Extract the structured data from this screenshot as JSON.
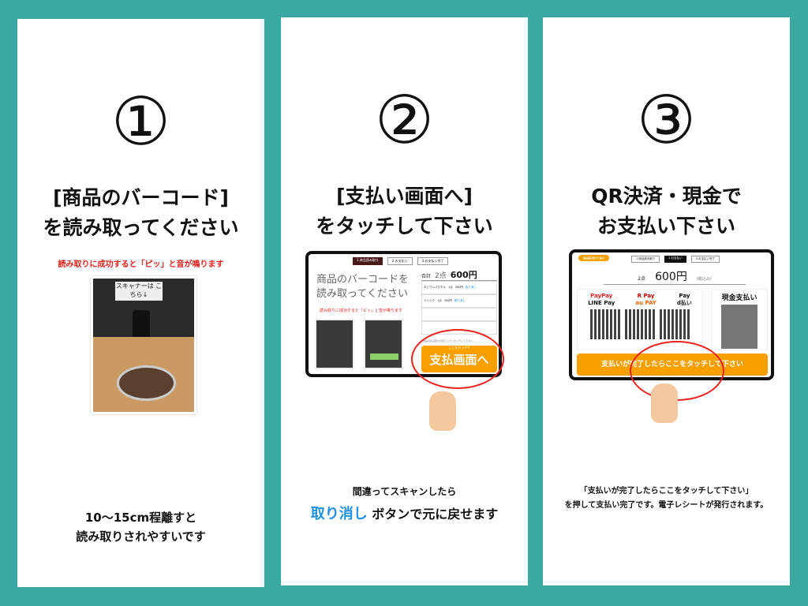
{
  "colors": {
    "background": "#3aa9a1",
    "accent_orange": "#f7a000",
    "alert_red": "#e8231d",
    "link_blue": "#1e90e0"
  },
  "step1": {
    "number": "①",
    "title_line1": "[商品のバーコード]",
    "title_line2": "を読み取ってください",
    "note": "読み取りに成功すると「ピッ」と音が鳴ります",
    "photo_sign": "スキャナーは こちら↓",
    "caption_line1": "10〜15cm程離すと",
    "caption_line2": "読み取りされやすいです"
  },
  "step2": {
    "number": "②",
    "title_line1": "[支払い画面へ]",
    "title_line2": "をタッチして下さい",
    "screen": {
      "tabs": [
        "1.商品読み取り",
        "2.お支払い",
        "3.お支払い完了"
      ],
      "heading_line1": "商品のバーコードを",
      "heading_line2": "読み取ってください",
      "note": "読み取りに成功すると「ピッ」と音が鳴ります",
      "total_label": "合計",
      "count": "2点",
      "total": "600円",
      "items": [
        {
          "name": "ネトワンパクチル",
          "qty": "1点",
          "price": "300円",
          "action": "取り消し"
        },
        {
          "name": "ドリンク",
          "qty": "1点",
          "price": "300円",
          "action": "取り消し"
        }
      ],
      "hint": "商品の読み取りが完了したらタッチして下さい",
      "button_sub": "ここをタッチ!!",
      "button": "支払画面へ"
    },
    "caption_line1": "間違ってスキャンしたら",
    "caption_highlight": "取り消し",
    "caption_line2_rest": "ボタンで元に戻せます"
  },
  "step3": {
    "number": "③",
    "title_line1": "QR決済・現金で",
    "title_line2": "お支払い下さい",
    "screen": {
      "back": "商品読み取りに戻る",
      "tabs": [
        "1.商品読み取り",
        "2.お支払い",
        "3.お支払い完了"
      ],
      "count": "2点",
      "total": "600円",
      "tax": "(税込み)",
      "qr_brands": [
        "PayPay",
        "LINE Pay",
        "R Pay",
        "au PAY",
        "Pay",
        "d払い"
      ],
      "cash_label": "現金支払い",
      "button": "支払いが完了したらここをタッチして下さい"
    },
    "caption_line1": "「支払いが完了したらここをタッチして下さい」",
    "caption_line2": "を押して支払い完了です。電子レシートが発行されます。"
  }
}
